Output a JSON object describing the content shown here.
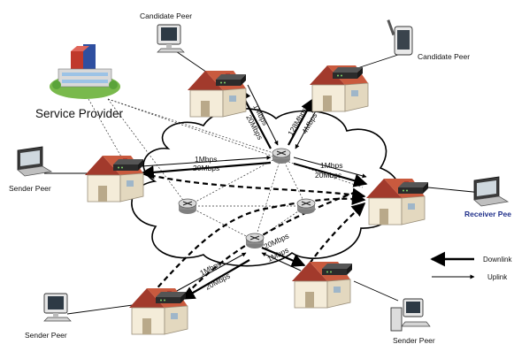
{
  "service_provider": {
    "label": "Service Provider"
  },
  "peers": {
    "candidate_left": "Candidate Peer",
    "candidate_right": "Candidate Peer",
    "sender_left": "Sender Peer",
    "receiver": "Receiver Pee",
    "sender_bottom_left": "Sender Peer",
    "sender_bottom_right": "Sender Peer"
  },
  "links": {
    "cand_left_a": "1Mbps",
    "cand_left_b": "20Mbps",
    "cand_right_a": "128Mbps",
    "cand_right_b": "4Mbps",
    "sender_left_a": "1Mbps",
    "sender_left_b": "20Mbps",
    "receiver_a": "1Mbps",
    "receiver_b": "20Mbps",
    "bottom_left_a": "1Mbps",
    "bottom_left_b": "20Mbps",
    "bottom_right_a": "20Mbps",
    "bottom_right_b": "1Mbps"
  },
  "legend": {
    "downlink": "Downlink",
    "uplink": "Uplink"
  },
  "colors": {
    "receiver_label": "#1f2f8a",
    "roof": "#c0392b",
    "house_wall": "#f2ead8",
    "modem": "#2b2b2b"
  }
}
